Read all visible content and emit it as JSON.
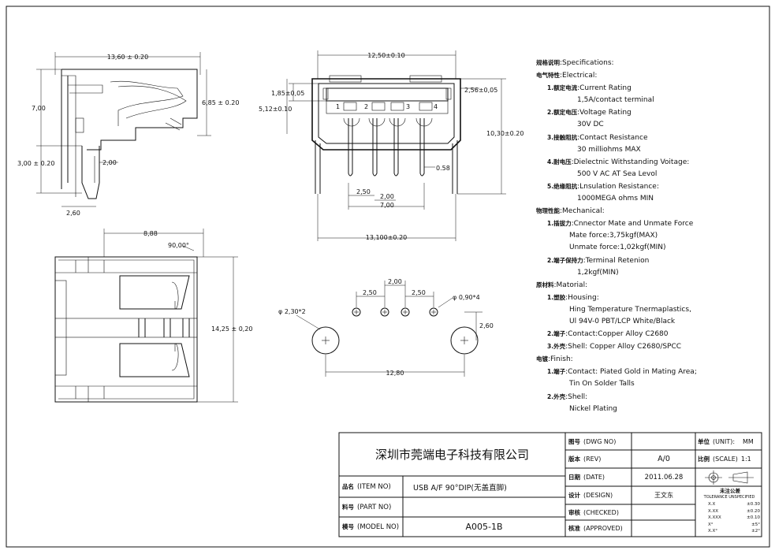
{
  "dimensions": {
    "side_width": "13,60 ± 0.20",
    "side_height": "7,00",
    "side_body": "6,85 ± 0.20",
    "side_tail": "3,00 ± 0.20",
    "side_pin": "2,00",
    "side_pin_offset": "2,60",
    "front_width": "12,50±0.10",
    "front_top_gap": "1,85±0,05",
    "front_tongue": "5,12±0.10",
    "front_side_gap": "2,56±0,05",
    "front_height": "10,30±0.20",
    "front_pin_width": "0.58",
    "pin_pitch": "2,50",
    "pin_center": "2,00",
    "pin_span": "7,00",
    "front_total": "13,100±0.20",
    "top_depth": "8,88",
    "top_angle": "90,00°",
    "top_width": "14,25 ± 0,20",
    "pcb_peg_dia": "φ 2,30*2",
    "pcb_pin_dia": "φ 0,90*4",
    "pcb_pitch_a": "2,50",
    "pcb_pitch_b": "2,00",
    "pcb_pitch_c": "2,50",
    "pcb_peg_offset": "2,60",
    "pcb_peg_span": "12,80"
  },
  "pins": [
    "1",
    "2",
    "3",
    "4"
  ],
  "specs": {
    "specifications": {
      "cn": "规格说明",
      "en": ":Specifications:"
    },
    "electrical": {
      "cn": "电气特性",
      "en": ":Electrical:"
    },
    "e1": {
      "cn": "1.额定电流",
      "en": ":Current Rating",
      "value": "1,5A/contact terminal"
    },
    "e2": {
      "cn": "2.额定电压",
      "en": ":Voltage Rating",
      "value": "30V DC"
    },
    "e3": {
      "cn": "3.接触阻抗",
      "en": ":Contact Resistance",
      "value": "30 milliohms MAX"
    },
    "e4": {
      "cn": "4.耐电压",
      "en": ":Dielectnic Withstanding Voitage:",
      "value": "500 V AC AT Sea Levol"
    },
    "e5": {
      "cn": "5.绝缘阻抗",
      "en": ":Lnsulation Resistance:",
      "value": "1000MEGA ohms MIN"
    },
    "mechanical": {
      "cn": "物理性能",
      "en": ":Mechanical:"
    },
    "m1": {
      "cn": "1.插拔力",
      "en": ":Cnnector Mate and Unmate Force",
      "v1": "Mate force:3,75kgf(MAX)",
      "v2": "Unmate force:1,02kgf(MIN)"
    },
    "m2": {
      "cn": "2.端子保持力",
      "en": ":Terminal Retenion",
      "value": "1,2kgf(MIN)"
    },
    "material": {
      "cn": "原材料",
      "en": ":Matorial:"
    },
    "r1": {
      "cn": "1.塑胶",
      "en": ":Housing:",
      "v1": "Hing Temperature Tnermaplastics,",
      "v2": "Ul 94V-0 PBT/LCP White/Black"
    },
    "r2": {
      "cn": "2.端子",
      "en": ":Contact:Copper Alloy C2680"
    },
    "r3": {
      "cn": "3.外壳",
      "en": ":Shell: Copper Alloy C2680/SPCC"
    },
    "finish": {
      "cn": "电镀",
      "en": ":Finish:"
    },
    "f1": {
      "cn": "1.端子",
      "en": ":Contact: Piated Gold in Mating Area;",
      "value": "Tin On Solder Talls"
    },
    "f2": {
      "cn": "2.外壳",
      "en": ":Shell:",
      "value": "Nickel Plating"
    }
  },
  "title_block": {
    "company": "深圳市莞端电子科技有限公司",
    "item_label_cn": "品名",
    "item_label_en": "(ITEM NO)",
    "item_value": "USB A/F 90°DIP(无盖直脚)",
    "part_label_cn": "料号",
    "part_label_en": "(PART NO)",
    "part_value": "",
    "model_label_cn": "模号",
    "model_label_en": "(MODEL NO)",
    "model_value": "A005-1B",
    "dwg_label_cn": "图号",
    "dwg_label_en": "(DWG NO)",
    "dwg_value": "",
    "rev_label_cn": "版本",
    "rev_label_en": "(REV)",
    "rev_value": "A/0",
    "date_label_cn": "日期",
    "date_label_en": "(DATE)",
    "date_value": "2011.06.28",
    "design_label_cn": "设计",
    "design_label_en": "(DESIGN)",
    "design_value": "王文东",
    "checked_label_cn": "审核",
    "checked_label_en": "(CHECKED)",
    "checked_value": "",
    "approved_label_cn": "核准",
    "approved_label_en": "(APPROVED)",
    "approved_value": "",
    "unit_label_cn": "单位",
    "unit_label_en": "(UNIT):",
    "unit_value": "MM",
    "scale_label_cn": "比例",
    "scale_label_en": "(SCALE)",
    "scale_value": "1:1",
    "tolerance_cn": "未注公差",
    "tolerance_en": "TOLERANCE UNSPECIFIED",
    "tolerances": [
      {
        "k": "X.X",
        "v": "±0.30"
      },
      {
        "k": "X.XX",
        "v": "±0.20"
      },
      {
        "k": "X.XXX",
        "v": "±0.10"
      },
      {
        "k": "X°",
        "v": "±5°"
      },
      {
        "k": "X.X°",
        "v": "±2°"
      }
    ]
  }
}
